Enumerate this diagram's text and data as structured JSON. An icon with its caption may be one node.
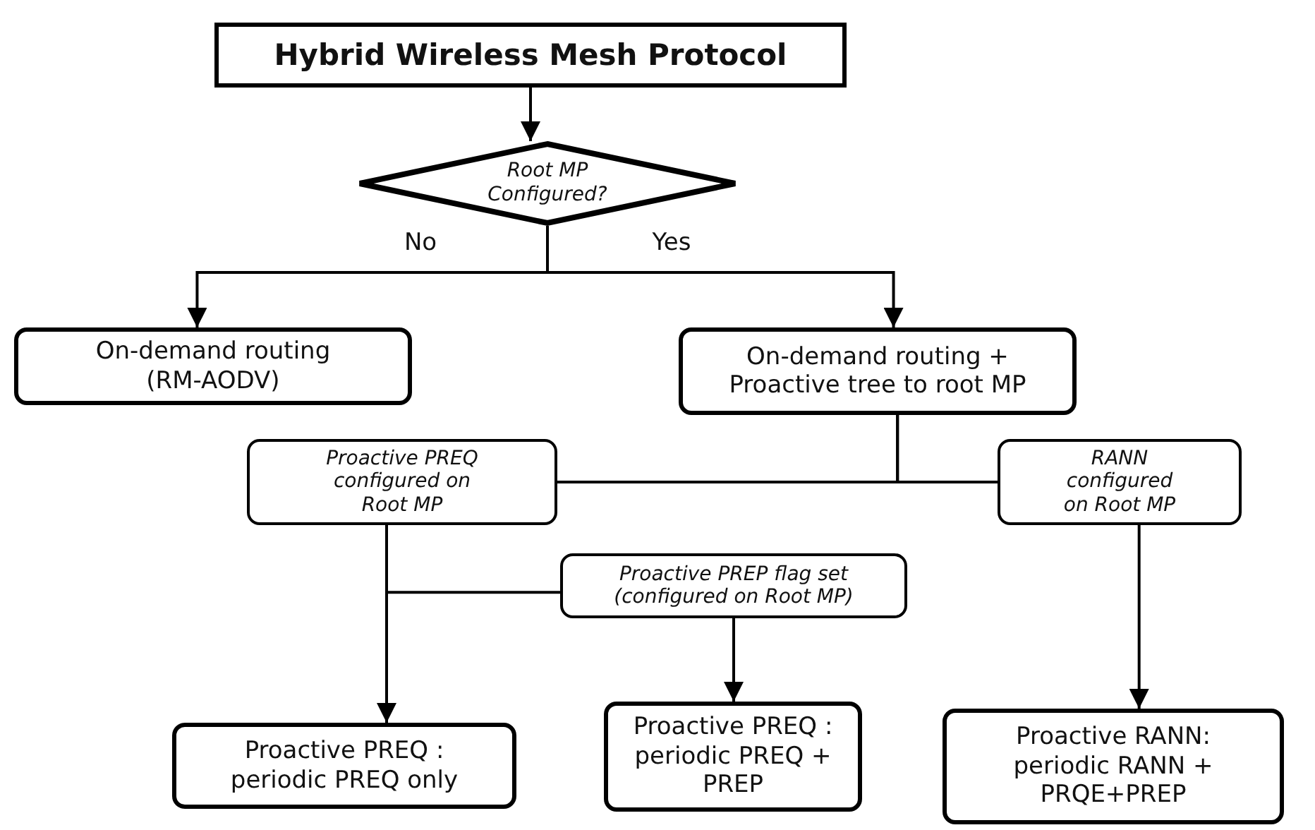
{
  "diagram": {
    "nodes": [
      {
        "text": [
          "Hybrid Wireless Mesh Protocol"
        ]
      },
      {
        "text": [
          "Root MP Configured?"
        ]
      },
      {
        "text": [
          "On-demand routing (RM-AODV)"
        ]
      },
      {
        "text": [
          "On-demand routing + Proactive tree to root MP"
        ]
      },
      {
        "text": [
          "Proactive PREQ configured on Root MP"
        ]
      },
      {
        "text": [
          "RANN configured on Root MP"
        ]
      },
      {
        "text": [
          "Proactive PREP flag set (configured on Root MP)"
        ]
      },
      {
        "text": [
          "Proactive PREQ : periodic PREQ only"
        ]
      },
      {
        "text": [
          "Proactive PREQ : periodic PREQ + PREP"
        ]
      },
      {
        "text": [
          "Proactive RANN: periodic RANN + PRQE+PREP"
        ]
      }
    ],
    "edges": [
      {
        "from": 0,
        "to": 1,
        "arrow": "to"
      },
      {
        "from": 1,
        "to": 2,
        "arrow": "to",
        "label": "No"
      },
      {
        "from": 1,
        "to": 3,
        "arrow": "to",
        "label": "Yes"
      },
      {
        "from": 3,
        "to": 4,
        "arrow": "none"
      },
      {
        "from": 3,
        "to": 5,
        "arrow": "none"
      },
      {
        "from": 4,
        "to": 7,
        "arrow": "to"
      },
      {
        "from": 4,
        "to": 6,
        "arrow": "none"
      },
      {
        "from": 6,
        "to": 8,
        "arrow": "to"
      },
      {
        "from": 5,
        "to": 9,
        "arrow": "to"
      }
    ]
  }
}
